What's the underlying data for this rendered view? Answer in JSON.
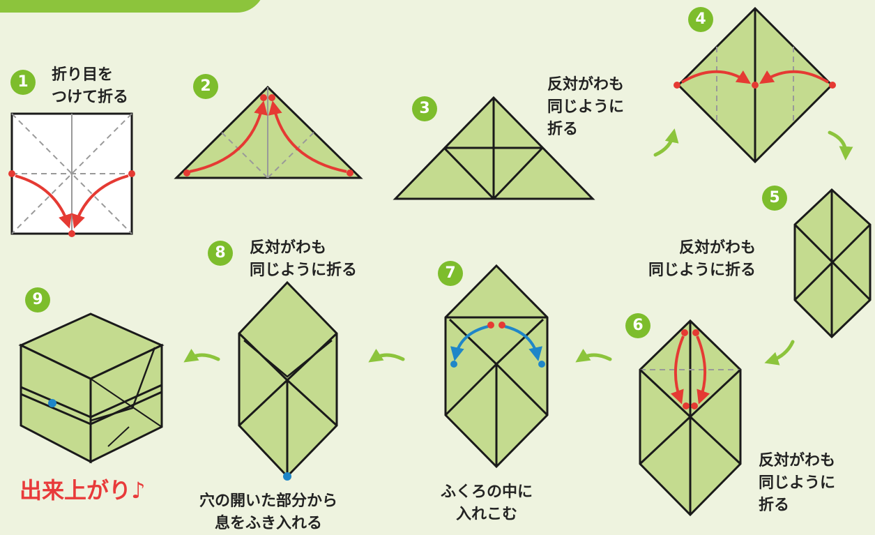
{
  "steps": [
    {
      "number": "1",
      "text": "折り目を\nつけて折る"
    },
    {
      "number": "2",
      "text": ""
    },
    {
      "number": "3",
      "text": "反対がわも\n同じように\n折る"
    },
    {
      "number": "4",
      "text": ""
    },
    {
      "number": "5",
      "text": "反対がわも\n同じように折る"
    },
    {
      "number": "6",
      "text": "反対がわも\n同じように\n折る"
    },
    {
      "number": "7",
      "text": "ふくろの中に\n入れこむ"
    },
    {
      "number": "8",
      "text": "反対がわも\n同じように折る"
    },
    {
      "number": "9",
      "text": "穴の開いた部分から\n息をふき入れる"
    }
  ],
  "finish_text": "出来上がり♪",
  "colors": {
    "background": "#eef3df",
    "paper_green": "#c4db8f",
    "badge_green": "#7dbd2c",
    "arrow_red": "#e53a33",
    "arrow_blue": "#1f86c8",
    "flow_arrow": "#8cc43c",
    "outline": "#1a1a1a",
    "dashed": "#999999"
  }
}
